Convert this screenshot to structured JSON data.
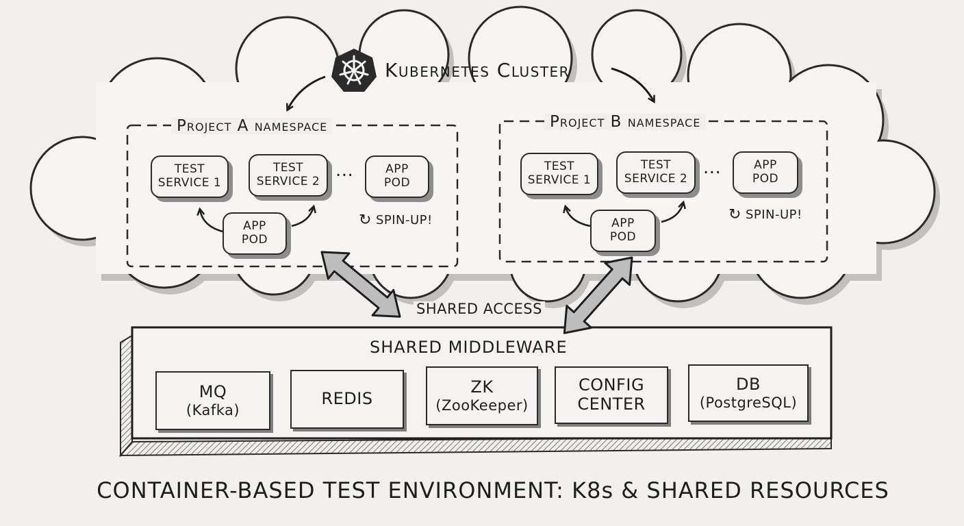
{
  "cluster": {
    "title": "Kubernetes Cluster",
    "icon": "kubernetes-helm-icon"
  },
  "namespace_a": {
    "title": "Project A namespace",
    "service_1": [
      "TEST",
      "SERVICE 1"
    ],
    "service_2": [
      "TEST",
      "SERVICE 2"
    ],
    "ellipsis": "...",
    "app_pod_top": [
      "APP",
      "POD"
    ],
    "app_pod_bottom": [
      "APP",
      "POD"
    ],
    "spin_up": "SPIN-UP!"
  },
  "namespace_b": {
    "title": "Project B namespace",
    "service_1": [
      "TEST",
      "SERVICE 1"
    ],
    "service_2": [
      "TEST",
      "SERVICE 2"
    ],
    "ellipsis": "...",
    "app_pod_top": [
      "APP",
      "POD"
    ],
    "app_pod_bottom": [
      "APP",
      "POD"
    ],
    "spin_up": "SPIN-UP!"
  },
  "shared_access": "SHARED ACCESS",
  "middleware": {
    "title": "SHARED MIDDLEWARE",
    "items": [
      {
        "name": "MQ",
        "detail": "(Kafka)"
      },
      {
        "name": "REDIS",
        "detail": ""
      },
      {
        "name": "ZK",
        "detail": "(ZooKeeper)"
      },
      {
        "name": "CONFIG",
        "detail": "CENTER"
      },
      {
        "name": "DB",
        "detail": "(PostgreSQL)"
      }
    ]
  },
  "caption": "CONTAINER-BASED TEST ENVIRONMENT: K8s & SHARED RESOURCES",
  "colors": {
    "ink": "#1e1e1e",
    "paper": "#f1f0ed",
    "shade": "#8d8d8d"
  }
}
